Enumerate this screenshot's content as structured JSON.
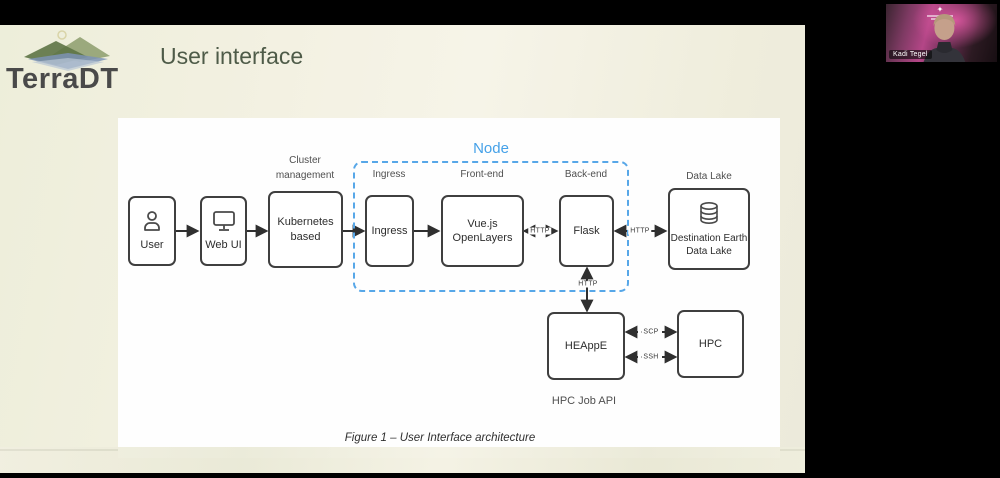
{
  "webcam": {
    "participant_name": "Kadi Tegel"
  },
  "slide": {
    "logo_text": "TerraDT",
    "title": "User interface",
    "caption": "Figure 1 – User Interface architecture",
    "colors": {
      "background": "#f2f0e2",
      "title": "#4e5b48",
      "footer_line": "#565c42"
    }
  },
  "diagram": {
    "node_group_label": "Node",
    "group_labels": {
      "cluster_management": [
        "Cluster",
        "management"
      ],
      "ingress": "Ingress",
      "front_end": "Front-end",
      "back_end": "Back-end",
      "data_lake": "Data Lake",
      "hpc_job_api": "HPC Job API"
    },
    "boxes": {
      "user": "User",
      "web_ui": "Web UI",
      "kubernetes": [
        "Kubernetes",
        "based"
      ],
      "ingress": "Ingress",
      "front_end": [
        "Vue.js",
        "OpenLayers"
      ],
      "back_end": "Flask",
      "data_lake": [
        "Destination Earth",
        "Data Lake"
      ],
      "heappe": "HEAppE",
      "hpc": "HPC"
    },
    "arrow_labels": {
      "front_back": "HTTP",
      "back_datalake": "HTTP",
      "back_heappe": "HTTP",
      "scp": "SCP",
      "ssh": "SSH"
    },
    "colors": {
      "node_border": "#57a7e8",
      "node_title": "#45a1e8",
      "box_border": "#3f3f3f",
      "arrow": "#2f2f2f"
    }
  }
}
